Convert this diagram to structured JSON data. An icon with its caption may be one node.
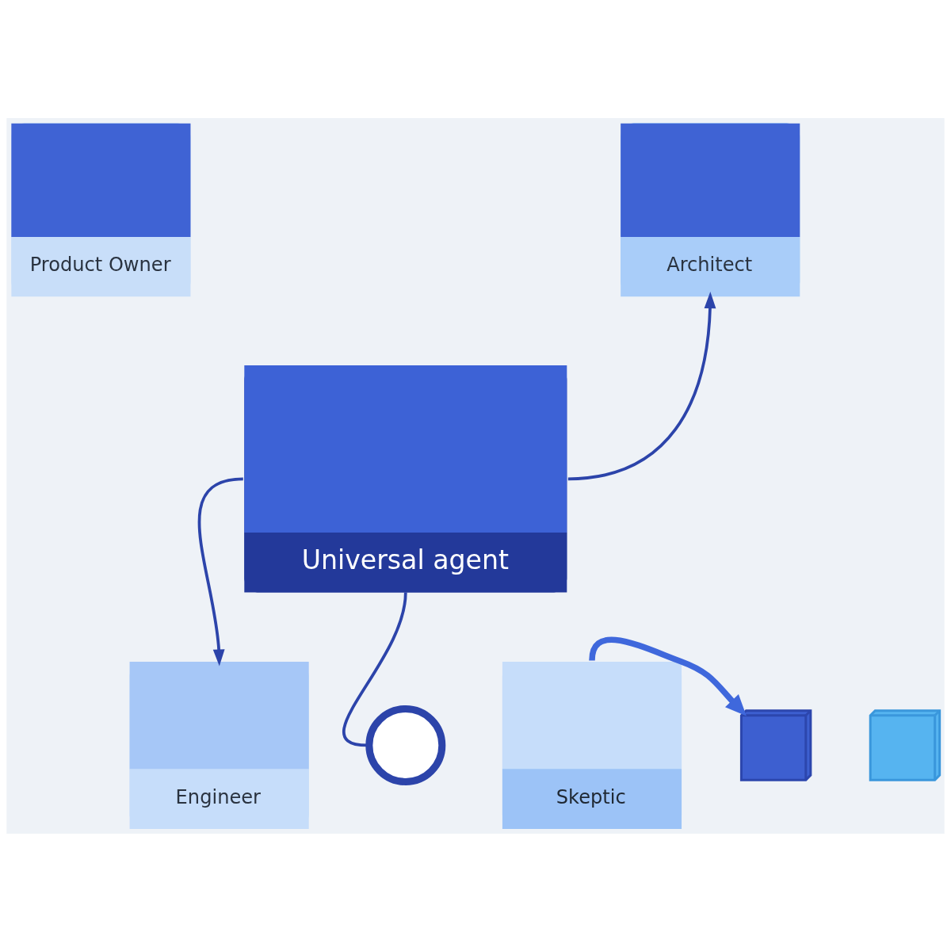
{
  "diagram": {
    "nodes": [
      {
        "text": [
          "Product Owner"
        ]
      },
      {
        "text": [
          "Architect"
        ]
      },
      {
        "text": [
          "Universal agent"
        ]
      },
      {
        "text": [],
        "shape": "cube"
      },
      {
        "text": [],
        "shape": "cube"
      },
      {
        "text": [
          "Engineer"
        ]
      },
      {
        "text": [
          "Skeptic"
        ]
      },
      {
        "text": [],
        "shape": "circle"
      }
    ],
    "edges": [
      {
        "from": 2,
        "to": 5,
        "arrow": "to"
      },
      {
        "from": 2,
        "to": 1,
        "arrow": "to"
      },
      {
        "from": 2,
        "to": 7,
        "arrow": "none"
      },
      {
        "from": 6,
        "to": 3,
        "arrow": "to",
        "style": "thick",
        "color": "#3f68dc"
      }
    ]
  }
}
